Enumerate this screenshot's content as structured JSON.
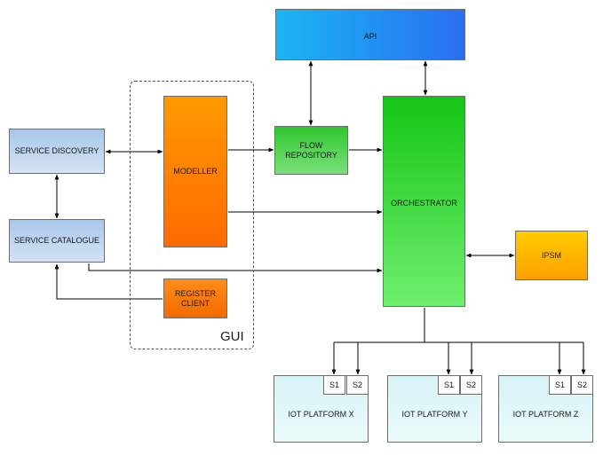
{
  "nodes": {
    "api": "API",
    "flow_repository": "FLOW\nREPOSITORY",
    "orchestrator": "ORCHESTRATOR",
    "modeller": "MODELLER",
    "register_client": "REGISTER\nCLIENT",
    "service_discovery": "SERVICE DISCOVERY",
    "service_catalogue": "SERVICE CATALOGUE",
    "ipsm": "IPSM"
  },
  "group_label": "GUI",
  "platforms": [
    {
      "name": "IOT PLATFORM X",
      "s1": "S1",
      "s2": "S2"
    },
    {
      "name": "IOT PLATFORM Y",
      "s1": "S1",
      "s2": "S2"
    },
    {
      "name": "IOT PLATFORM Z",
      "s1": "S1",
      "s2": "S2"
    }
  ],
  "colors": {
    "api": "#1ab6f2",
    "orchestrator": "#15c515",
    "modeller": "#ff8000",
    "service_boxes": "#b9d1ef",
    "ipsm": "#ffb800",
    "platforms": "#e0f6f9",
    "connectors": "#000000"
  }
}
